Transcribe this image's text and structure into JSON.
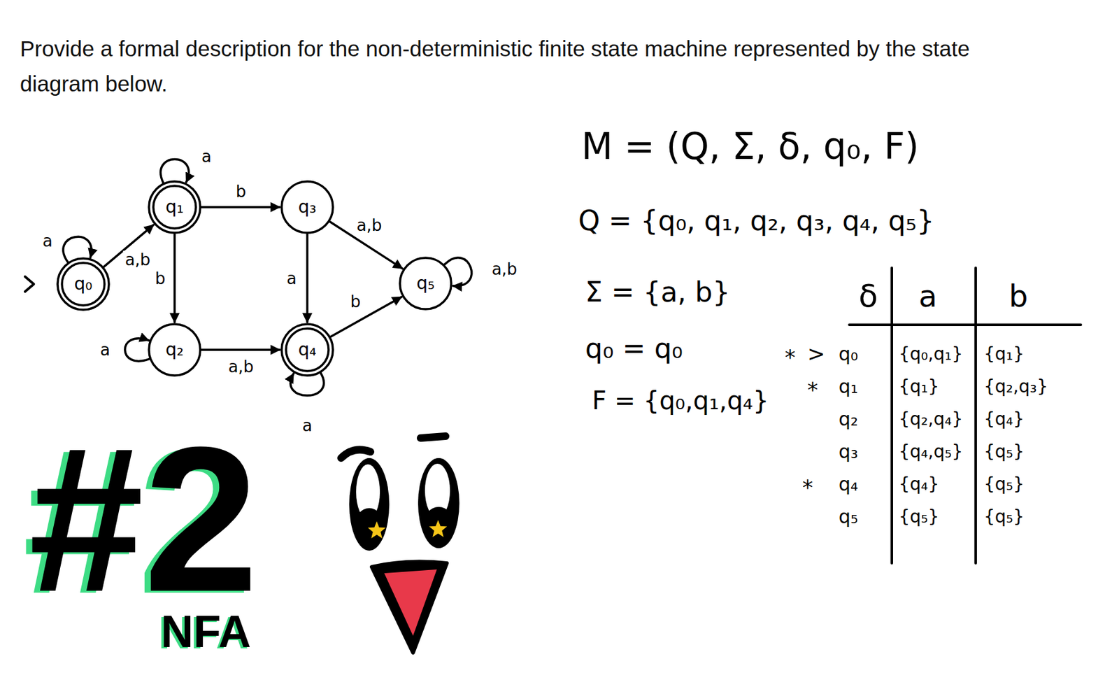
{
  "diagram": {
    "title": "Provide a formal description for the non-deterministic finite state machine represented by the state diagram below.",
    "nodes": [
      {
        "text": [
          "q₀"
        ]
      },
      {
        "text": [
          "q₁"
        ]
      },
      {
        "text": [
          "q₂"
        ]
      },
      {
        "text": [
          "q₃"
        ]
      },
      {
        "text": [
          "q₄"
        ]
      },
      {
        "text": [
          "q₅"
        ]
      }
    ],
    "edges": [
      {
        "from": 0,
        "to": 0,
        "label": "a",
        "arrow": "to"
      },
      {
        "from": 0,
        "to": 1,
        "label": "a,b",
        "arrow": "to"
      },
      {
        "from": 1,
        "to": 1,
        "label": "a",
        "arrow": "to"
      },
      {
        "from": 1,
        "to": 3,
        "label": "b",
        "arrow": "to"
      },
      {
        "from": 1,
        "to": 2,
        "label": "b",
        "arrow": "to"
      },
      {
        "from": 2,
        "to": 2,
        "label": "a",
        "arrow": "to"
      },
      {
        "from": 2,
        "to": 4,
        "label": "a,b",
        "arrow": "to"
      },
      {
        "from": 3,
        "to": 4,
        "label": "a",
        "arrow": "to"
      },
      {
        "from": 3,
        "to": 5,
        "label": "a,b",
        "arrow": "to"
      },
      {
        "from": 4,
        "to": 4,
        "label": "a",
        "arrow": "to"
      },
      {
        "from": 4,
        "to": 5,
        "label": "b",
        "arrow": "to"
      },
      {
        "from": 5,
        "to": 5,
        "label": "a,b",
        "arrow": "to"
      }
    ],
    "labels": [
      "M = (Q, Σ, δ, q₀, F)",
      "Q = {q₀, q₁, q₂, q₃, q₄, q₅}",
      "Σ = {a, b}",
      "q₀ = q₀",
      "F = {q₀,q₁,q₄}",
      "δ",
      "a",
      "b",
      "*",
      ">",
      "q₀",
      "{q₀,q₁}",
      "{q₁}",
      "*",
      "q₁",
      "{q₁}",
      "{q₂,q₃}",
      "q₂",
      "{q₂,q₄}",
      "{q₄}",
      "q₃",
      "{q₄,q₅}",
      "{q₅}",
      "*",
      "q₄",
      "{q₄}",
      "{q₅}",
      "q₅",
      "{q₅}",
      "{q₅}",
      "#2",
      "NFA"
    ]
  }
}
